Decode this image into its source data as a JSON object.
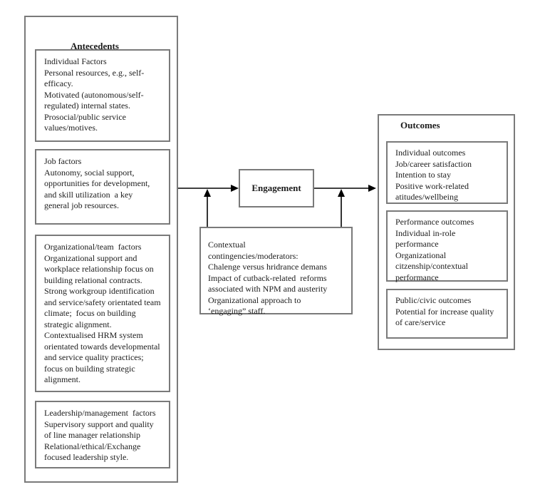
{
  "diagram": {
    "colors": {
      "box_border": "#7a7a7a",
      "arrow": "#000000",
      "text": "#1c1c1c",
      "background": "#ffffff"
    },
    "antecedents": {
      "title": "Antecedents",
      "boxes": [
        {
          "id": "individual-factors",
          "lines": [
            "Individual Factors",
            "Personal resources, e.g., self-",
            "efficacy.",
            "Motivated (autonomous/self-",
            "regulated) internal states.",
            "Prosocial/public service",
            "values/motives."
          ]
        },
        {
          "id": "job-factors",
          "lines": [
            "Job factors",
            "Autonomy, social support,",
            "opportunities for development,",
            "and skill utilization  a key",
            "general job resources."
          ]
        },
        {
          "id": "organizational-team-factors",
          "lines": [
            "Organizational/team  factors",
            "Organizational support and",
            "workplace relationship focus on",
            "building relational contracts.",
            "Strong workgroup identification",
            "and service/safety orientated team",
            "climate;  focus on building",
            "strategic alignment.",
            "Contextualised HRM system",
            "orientated towards developmental",
            "and service quality practices;",
            "focus on building strategic",
            "alignment."
          ]
        },
        {
          "id": "leadership-management-factors",
          "lines": [
            "Leadership/management  factors",
            "Supervisory support and quality",
            "of line manager relationship",
            "Relational/ethical/Exchange",
            "focused leadership style."
          ]
        }
      ]
    },
    "engagement": {
      "label": "Engagement"
    },
    "moderators": {
      "lines": [
        "Contextual",
        "contingencies/moderators:",
        "Chalenge versus hridrance demans",
        "Impact of cutback-related  reforms",
        "associated with NPM and austerity",
        "Organizational approach to",
        "‘engaging” staff."
      ]
    },
    "outcomes": {
      "title": "Outcomes",
      "boxes": [
        {
          "id": "individual-outcomes",
          "lines": [
            "Individual outcomes",
            "Job/career satisfaction",
            "Intention to stay",
            "Positive work-related",
            "atitudes/wellbeing"
          ]
        },
        {
          "id": "performance-outcomes",
          "lines": [
            "Performance outcomes",
            "Individual in-role",
            "performance",
            "Organizational",
            "citzenship/contextual",
            "performance"
          ]
        },
        {
          "id": "public-civic-outcomes",
          "lines": [
            "Public/civic outcomes",
            "Potential for increase quality",
            "of care/service"
          ]
        }
      ]
    }
  }
}
